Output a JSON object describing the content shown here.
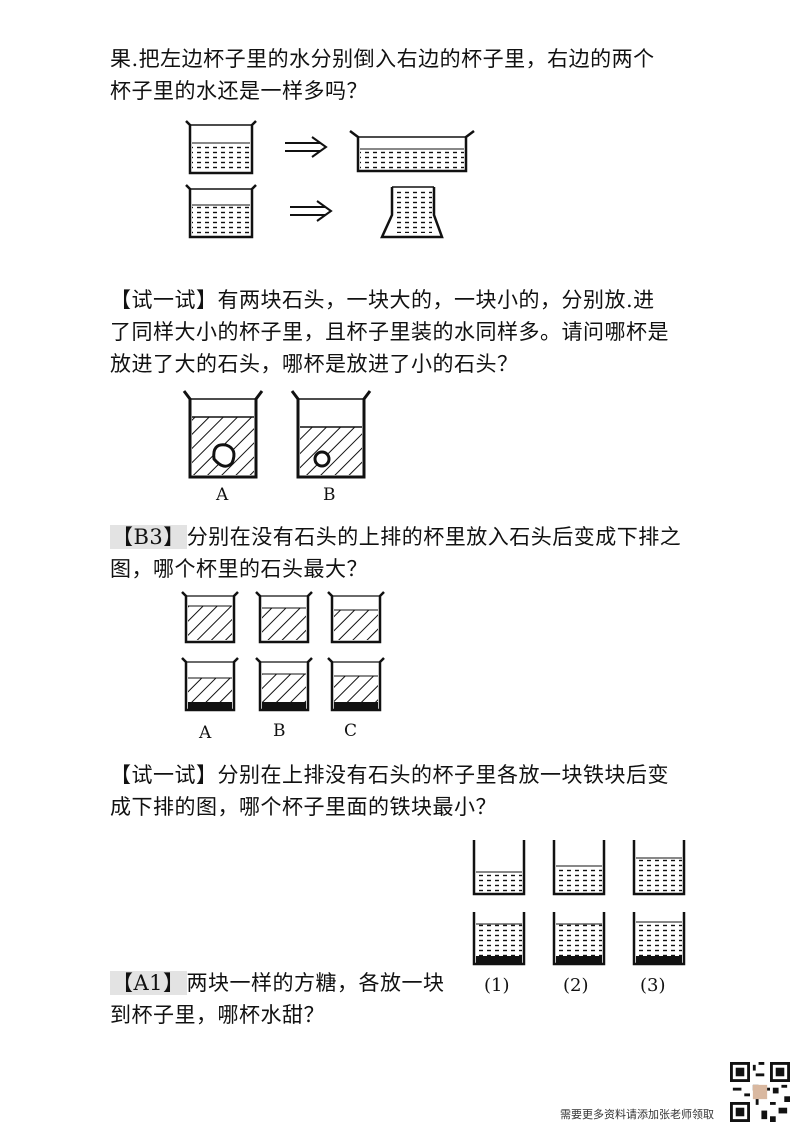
{
  "section1": {
    "line1": "果.把左边杯子里的水分别倒入右边的杯子里，右边的两个",
    "line2": "杯子里的水还是一样多吗？"
  },
  "section2": {
    "line1": "【试一试】有两块石头，一块大的，一块小的，分别放.进",
    "line2": "了同样大小的杯子里，且杯子里装的水同样多。请问哪杯是",
    "line3": "放进了大的石头，哪杯是放进了小的石头？",
    "labels": [
      "A",
      "B"
    ]
  },
  "section3": {
    "tag": "【B3】",
    "line1": "分别在没有石头的上排的杯里放入石头后变成下排之",
    "line2": "图，哪个杯里的石头最大？",
    "labels": [
      "A",
      "B",
      "C"
    ]
  },
  "section4": {
    "line1": "【试一试】分别在上排没有石头的杯子里各放一块铁块后变",
    "line2": "成下排的图，哪个杯子里面的铁块最小？"
  },
  "section5": {
    "tag": "【A1】",
    "line1": "两块一样的方糖，各放一块",
    "line2": "到杯子里，哪杯水甜？",
    "labels": [
      "(1)",
      "(2)",
      "(3)"
    ]
  },
  "footer": {
    "text": "需要更多资料请添加张老师领取"
  }
}
